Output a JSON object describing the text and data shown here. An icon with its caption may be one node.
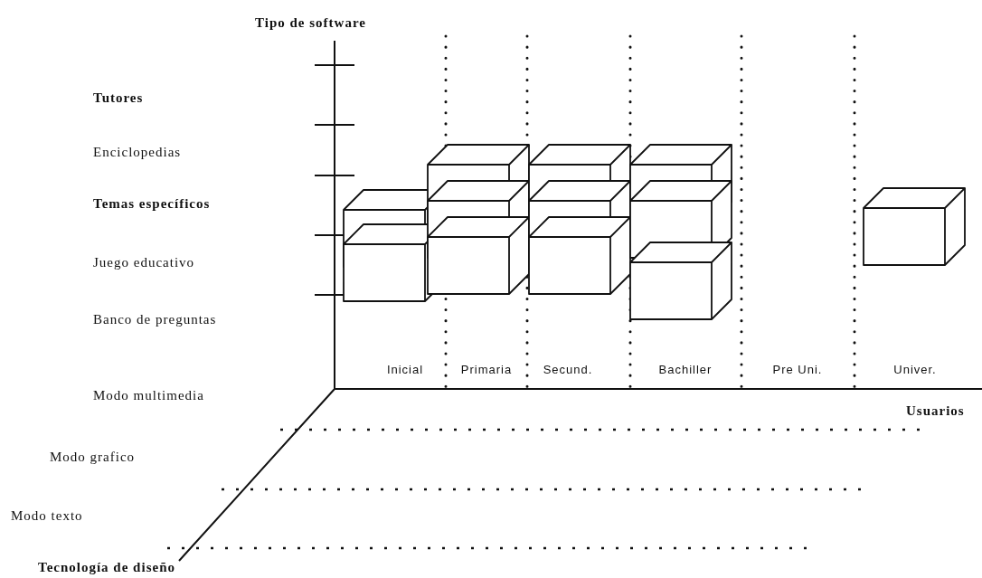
{
  "diagram": {
    "labels": [
      "Tipo de software",
      "Tutores",
      "Enciclopedias",
      "Temas específicos",
      "Juego educativo",
      "Banco de preguntas",
      "Inicial",
      "Primaria",
      "Secund.",
      "Bachiller",
      "Pre Uni.",
      "Univer.",
      "Modo multimedia",
      "Usuarios",
      "Modo grafico",
      "Modo texto",
      "Tecnología de diseño"
    ]
  }
}
